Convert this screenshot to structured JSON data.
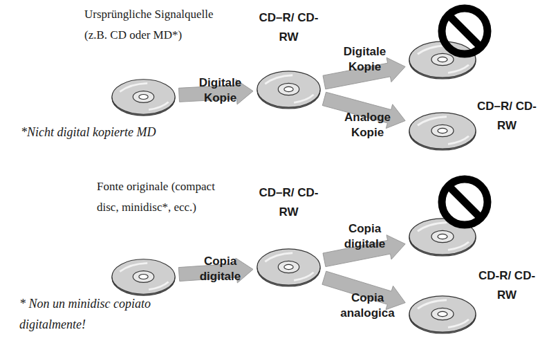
{
  "diagram": {
    "nodes": [
      {
        "text": [
          "Ursprüngliche Signalquelle (z.B. CD oder MD*)"
        ]
      },
      {
        "text": [
          "CD–R/ CD-RW"
        ]
      },
      {
        "text": []
      },
      {
        "text": []
      },
      {
        "text": [
          "Fonte originale (compact disc, minidisc*, ecc.)"
        ]
      },
      {
        "text": [
          "CD–R/ CD-RW"
        ]
      },
      {
        "text": []
      },
      {
        "text": []
      }
    ],
    "edges": [
      {
        "from": 0,
        "to": 1,
        "arrow": "to",
        "label": "Digitale Kopie"
      },
      {
        "from": 1,
        "to": 2,
        "arrow": "to",
        "label": "Digitale Kopie"
      },
      {
        "from": 1,
        "to": 3,
        "arrow": "to",
        "label": "Analoge Kopie"
      },
      {
        "from": 4,
        "to": 5,
        "arrow": "to",
        "label": "Copia digitale"
      },
      {
        "from": 5,
        "to": 6,
        "arrow": "to",
        "label": "Copia digitale"
      },
      {
        "from": 5,
        "to": 7,
        "arrow": "to",
        "label": "Copia analogica"
      }
    ],
    "labels": [
      "CD–R/ CD-RW",
      "*Nicht digital kopierte MD",
      "CD-R/ CD-RW",
      "* Non un minidisc copiato digitalmente!"
    ]
  }
}
